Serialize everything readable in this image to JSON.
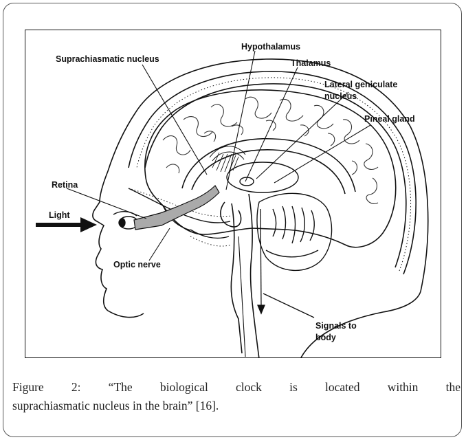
{
  "figure": {
    "labels": {
      "suprachiasmatic": "Suprachiasmatic nucleus",
      "hypothalamus": "Hypothalamus",
      "thalamus": "Thalamus",
      "lgn_line1": "Lateral geniculate",
      "lgn_line2": "nucleus",
      "pineal": "Pineal gland",
      "retina": "Retina",
      "light": "Light",
      "optic_nerve": "Optic nerve",
      "signals_line1": "Signals to",
      "signals_line2": "body"
    }
  },
  "caption": {
    "line1": "Figure 2: “The biological clock is located within the",
    "line2": "suprachiasmatic nucleus in the brain” [16]."
  }
}
